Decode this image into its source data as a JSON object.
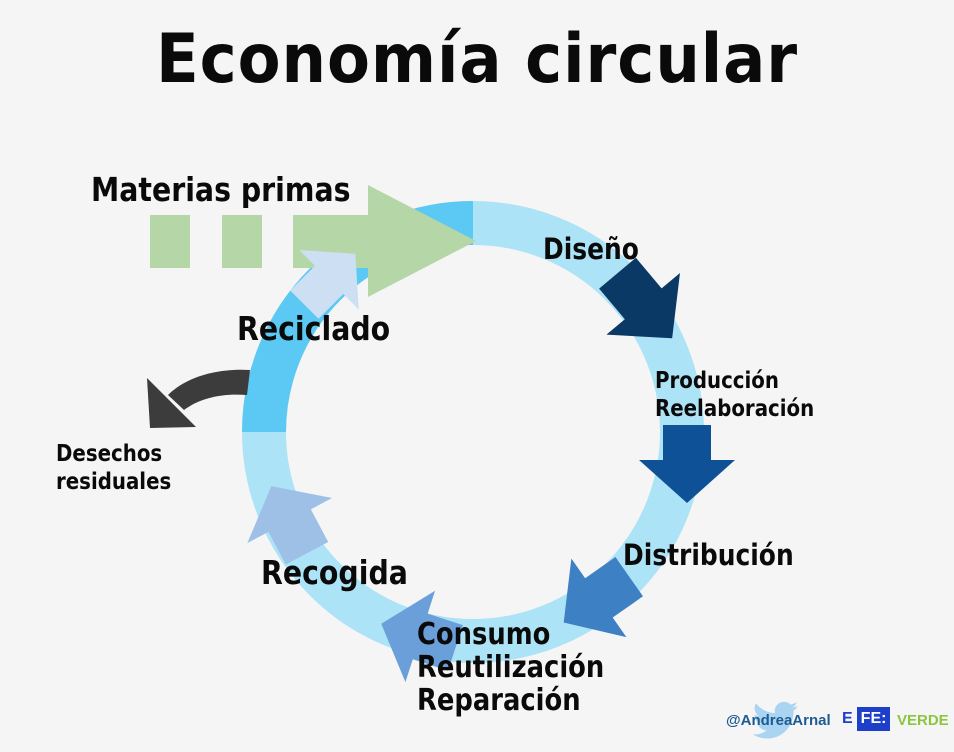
{
  "title": "Economía circular",
  "labels": {
    "materias_primas": "Materias primas",
    "diseno": "Diseño",
    "produccion": [
      "Producción",
      "Reelaboración"
    ],
    "distribucion": "Distribución",
    "consumo": [
      "Consumo",
      "Reutilización",
      "Reparación"
    ],
    "recogida": "Recogida",
    "reciclado": "Reciclado",
    "desechos": [
      "Desechos",
      "residuales"
    ]
  },
  "credits": {
    "handle": "@AndreaArnal",
    "logo_text": "EFE:",
    "logo_e": "E",
    "logo_box": "FE:",
    "verde": "VERDE"
  },
  "colors": {
    "ring_light": "#ade3f7",
    "ring_dark": "#5bc9f3",
    "green": "#b5d7a8",
    "diseno_arrow": "#0a3966",
    "produccion_arrow": "#0e5196",
    "distribucion_arrow": "#3d80c4",
    "consumo_arrow": "#6a9fda",
    "recogida_arrow": "#9ec0e6",
    "reciclado_arrow": "#cde0f3",
    "waste_arrow": "#3c3c3c"
  }
}
